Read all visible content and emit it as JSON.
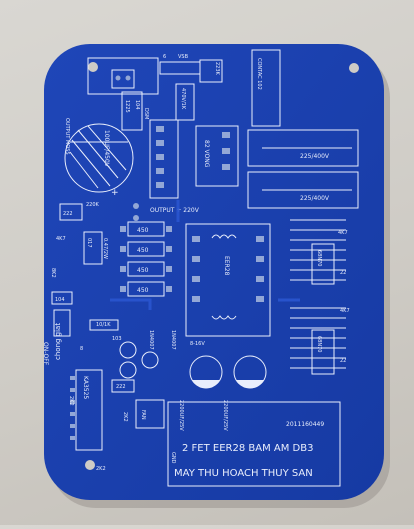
{
  "pcb": {
    "labels": {
      "output_mos": "OUTPUT MOSS",
      "cap_main": "100UF/450V",
      "r_1225": "1225",
      "c_104_top": "104",
      "r_dsm": "DSM",
      "c_470v": "470V/1K",
      "c_223k": "223K",
      "jumper_6": "6",
      "jumper_vsb": "VSB",
      "contac": "CONTAC 102",
      "coil_82vong": "82 VONG",
      "cap_225_top": "225/400V",
      "cap_225_bot": "225/400V",
      "output_220": "OUTPUT + 220V",
      "r_220k": "220K",
      "c_222": "222",
      "c_4k7": "4K7",
      "r_017": "017",
      "r_047": "0.47/2W",
      "r_450a": "450",
      "r_450b": "450",
      "r_450c": "450",
      "r_450d": "450",
      "transformer": "EER28",
      "r_4k7_right": "4K7",
      "mosfet_a": "68N70",
      "mosfet_b": "68N70",
      "r_22_a": "22",
      "r_22_b": "22",
      "r_8k2": "8K2",
      "c_104_left": "104",
      "r_10k": "10/1K",
      "diode_a": "1N4007",
      "diode_b": "1N4007",
      "r_8": "8",
      "c_103": "103",
      "c_222_b": "222",
      "on_off": "ON-OFF",
      "chong_giat": "chong giat",
      "ic": "KA3525",
      "r_2k2": "2K2",
      "r_2k2_b": "2K2",
      "zener": "8-16V",
      "fan": "FAN",
      "cap_2200": "2200UF/25V",
      "cap_2200_b": "2200UF/25V",
      "serial": "2011160449",
      "gnd": "GND",
      "title_line1": "2 FET EER28 BAM AM DB3",
      "title_line2": "MAY THU HOACH THUY SAN"
    }
  }
}
